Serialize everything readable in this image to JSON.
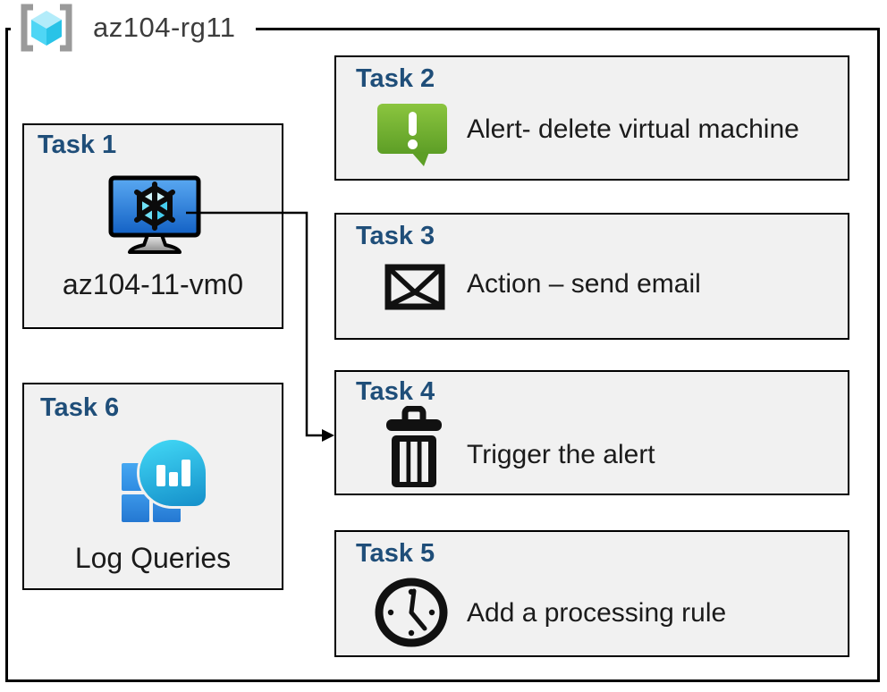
{
  "diagram": {
    "resource_group": {
      "name": "az104-rg11",
      "icon": "resource-group-icon"
    },
    "tasks": [
      {
        "title": "Task 1",
        "label": "az104-11-vm0",
        "icon": "virtual-machine-icon"
      },
      {
        "title": "Task 2",
        "label": "Alert- delete virtual machine",
        "icon": "alert-icon"
      },
      {
        "title": "Task 3",
        "label": "Action – send email",
        "icon": "email-icon"
      },
      {
        "title": "Task 4",
        "label": "Trigger the alert",
        "icon": "trash-icon"
      },
      {
        "title": "Task 5",
        "label": "Add a processing rule",
        "icon": "clock-icon"
      },
      {
        "title": "Task 6",
        "label": "Log Queries",
        "icon": "log-queries-icon"
      }
    ],
    "connector": {
      "from": "Task 1",
      "to": "Task 4"
    },
    "colors": {
      "task_title": "#1F4E79",
      "box_fill": "#F1F1F1",
      "box_border": "#000000",
      "alert_green": "#6CB33E",
      "vm_screen_blue": "#2B7CD3",
      "log_bubble_teal": "#29C3E7",
      "log_square_blue": "#2E80D9",
      "rg_cube_cyan": "#45D4F2",
      "rg_bracket_gray": "#9A9A9A"
    }
  }
}
